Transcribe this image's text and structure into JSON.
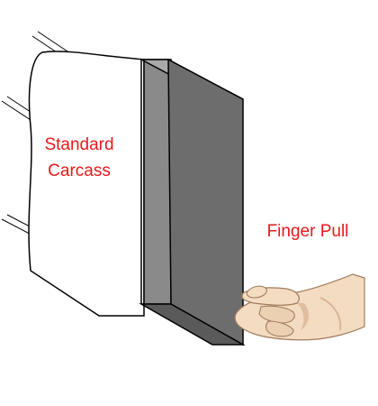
{
  "labels": {
    "carcass_line1": "Standard",
    "carcass_line2": "Carcass",
    "pull": "Finger Pull"
  },
  "colors": {
    "label_text": "#e8191b",
    "outline": "#000000",
    "door_front": "#6d6d6d",
    "door_side": "#8a8a8a",
    "door_top": "#a9a9a9",
    "door_bottom": "#5a5a5a",
    "skin": "#f3dcc2",
    "skin_shadow": "#d9b596",
    "skin_outline": "#a07c5c"
  },
  "icons": {
    "carcass": "carcass-cabinet-outline",
    "door": "door-panel-3d",
    "hand": "hand-finger-pull",
    "break_marks": "break-lines"
  }
}
